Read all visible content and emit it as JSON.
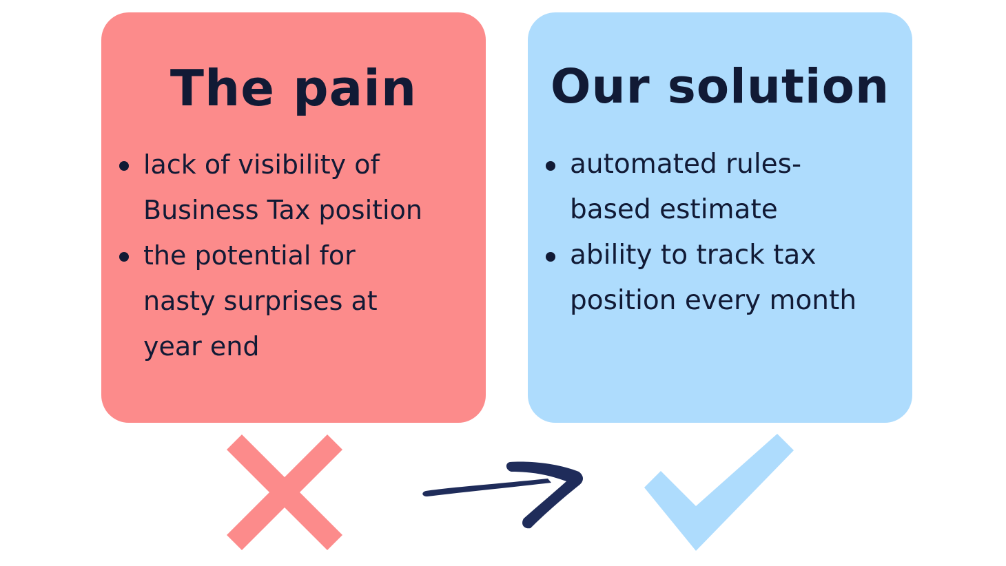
{
  "pain_card": {
    "title": "The pain",
    "bullets": [
      {
        "lines": [
          "lack of visibility of",
          "Business Tax position"
        ]
      },
      {
        "lines": [
          "the potential for",
          "nasty surprises at",
          "year end"
        ]
      }
    ]
  },
  "solution_card": {
    "title": "Our solution",
    "bullets": [
      {
        "lines": [
          "automated rules-",
          "based estimate"
        ]
      },
      {
        "lines": [
          "ability to track tax",
          "position every month"
        ]
      }
    ]
  },
  "icons": {
    "cross": "cross-icon",
    "arrow": "arrow-right-icon",
    "check": "checkmark-icon"
  },
  "colors": {
    "pain_background": "#fc8b8b",
    "solution_background": "#aedcfd",
    "text": "#111a35",
    "cross": "#fc8b8b",
    "check": "#aedcfd",
    "arrow": "#1f2c5a"
  }
}
